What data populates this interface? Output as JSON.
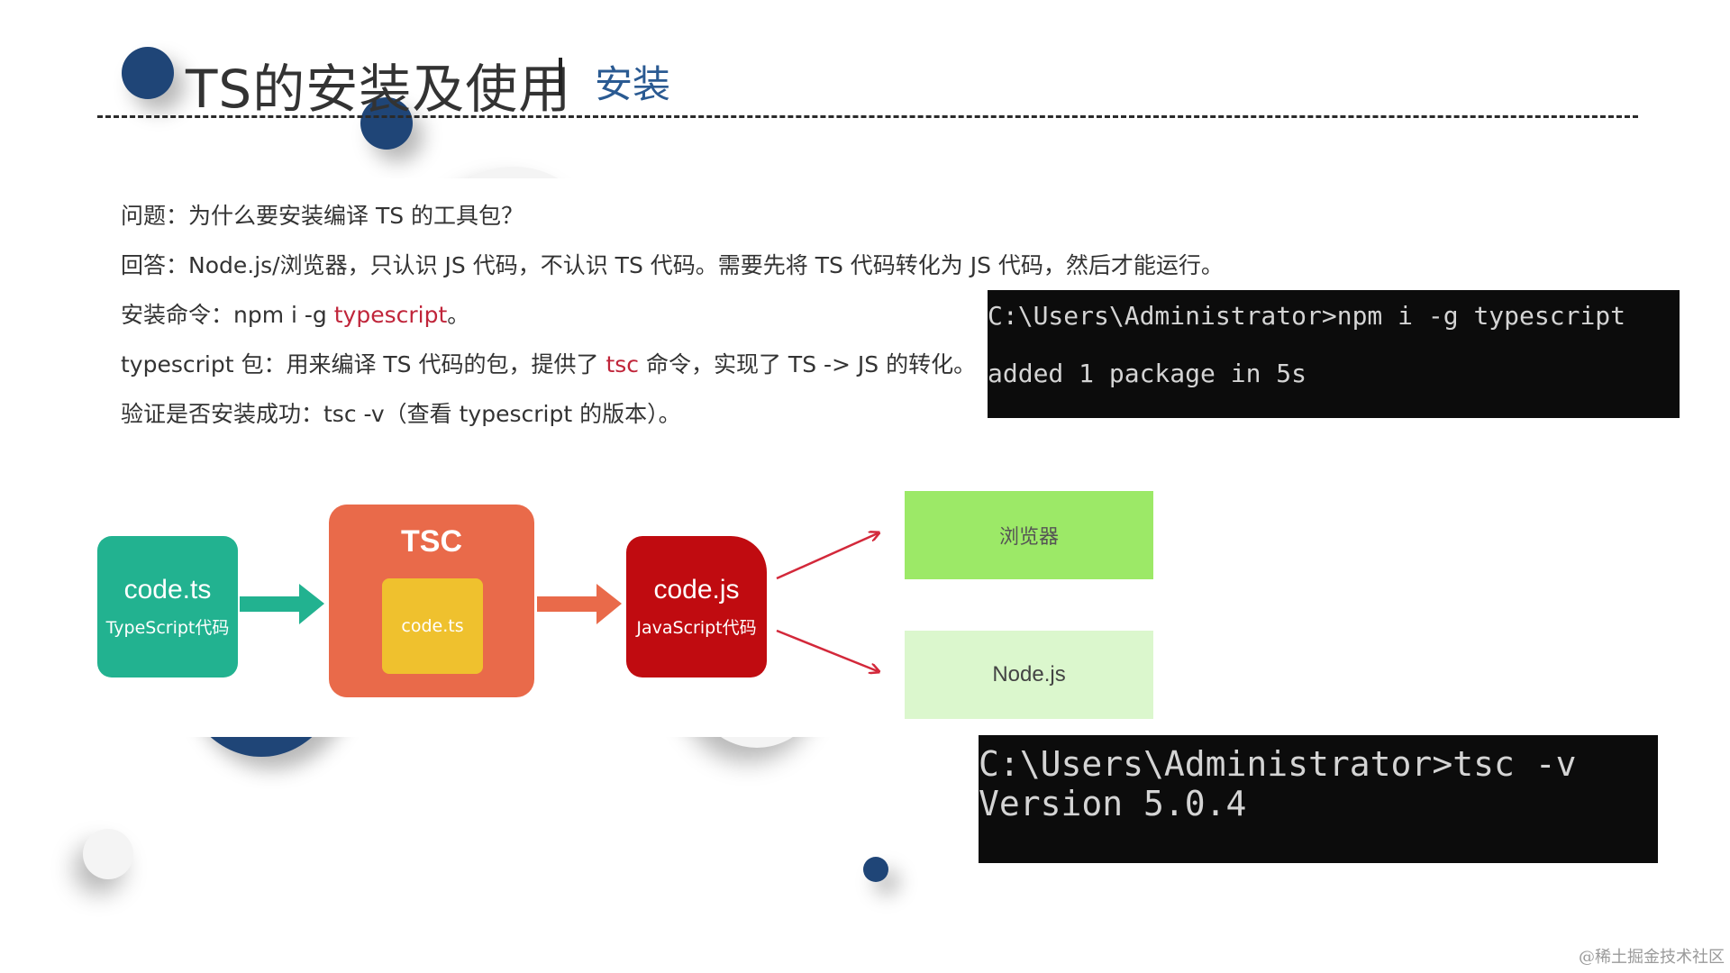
{
  "header": {
    "title": "TS的安装及使用",
    "subtitle": "安装"
  },
  "content": {
    "question": "问题：为什么要安装编译 TS 的工具包？",
    "answer": "回答：Node.js/浏览器，只认识 JS 代码，不认识 TS 代码。需要先将 TS 代码转化为 JS 代码，然后才能运行。",
    "install_prefix": "安装命令：npm i -g ",
    "install_highlight": "typescript",
    "install_suffix": "。",
    "pkg_prefix": "typescript 包：用来编译 TS 代码的包，提供了 ",
    "pkg_highlight": "tsc",
    "pkg_suffix": " 命令，实现了 TS -> JS 的转化。",
    "verify": "验证是否安装成功：tsc -v（查看 typescript 的版本）。"
  },
  "terminal_install": {
    "line1": "C:\\Users\\Administrator>npm i -g typescript",
    "line2": "added 1 package in 5s"
  },
  "terminal_version": {
    "line1": "C:\\Users\\Administrator>tsc -v",
    "line2": "Version 5.0.4"
  },
  "flow": {
    "ts_box": {
      "title": "code.ts",
      "caption": "TypeScript代码"
    },
    "tsc_box": {
      "title": "TSC",
      "inner": "code.ts"
    },
    "js_box": {
      "title": "code.js",
      "caption": "JavaScript代码"
    },
    "targets": {
      "browser": "浏览器",
      "node": "Node.js"
    }
  },
  "colors": {
    "navy": "#1f4577",
    "accent_red": "#c0253a",
    "ts_green": "#22b290",
    "tsc_orange": "#e96a4a",
    "tsc_yellow": "#efc12e",
    "js_red": "#c00b10",
    "browser_green": "#9ce967",
    "node_green": "#dbf7cd"
  },
  "watermark": "@稀土掘金技术社区"
}
